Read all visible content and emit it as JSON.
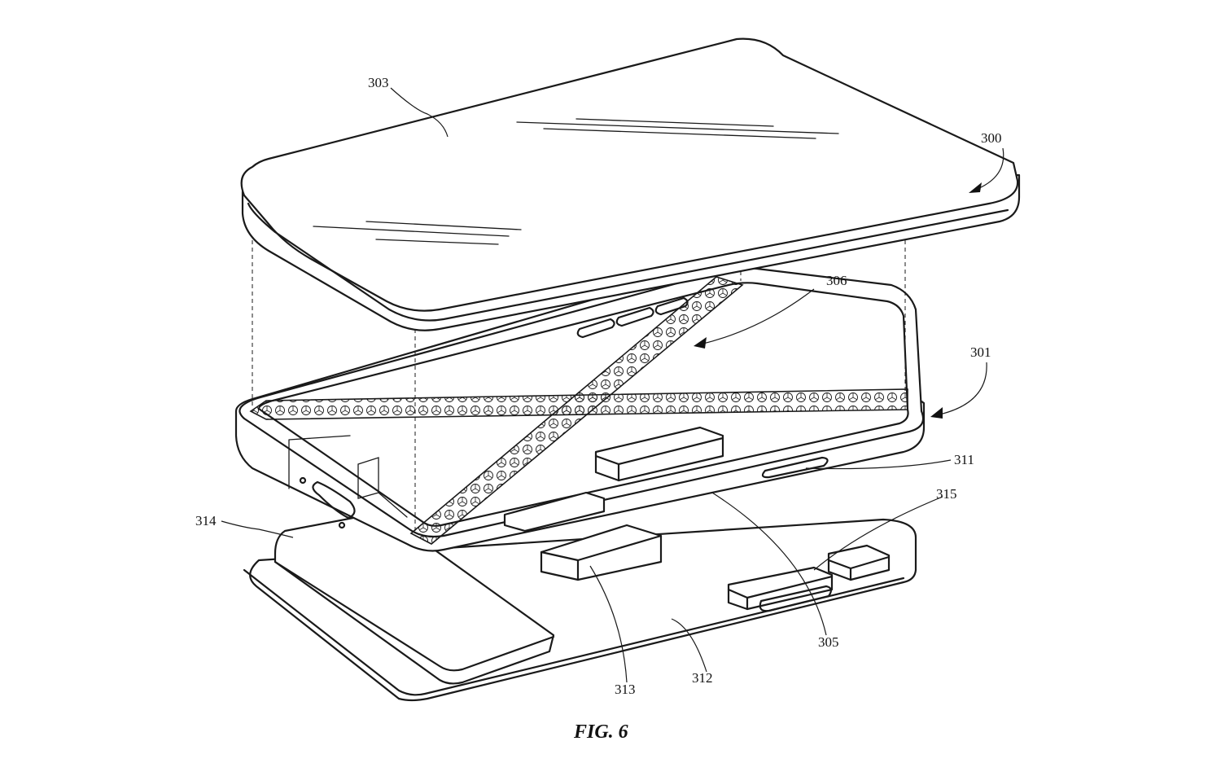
{
  "figure": {
    "caption": "FIG. 6",
    "labels": {
      "ref_300": "300",
      "ref_301": "301",
      "ref_303": "303",
      "ref_305": "305",
      "ref_306": "306",
      "ref_311": "311",
      "ref_312": "312",
      "ref_313": "313",
      "ref_314": "314",
      "ref_315": "315"
    }
  }
}
